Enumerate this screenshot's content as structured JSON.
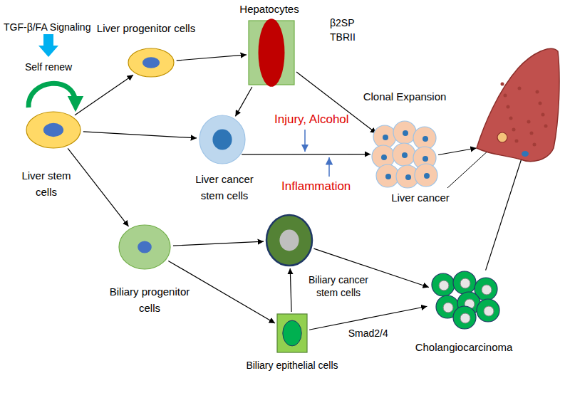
{
  "diagram": {
    "nodes": [
      {
        "text": [
          "Liver stem cells"
        ]
      },
      {
        "text": [
          "Liver progenitor cells"
        ]
      },
      {
        "text": [
          "Hepatocytes"
        ]
      },
      {
        "text": [
          "Liver cancer stem cells"
        ]
      },
      {
        "text": [
          "Clonal Expansion"
        ]
      },
      {
        "text": [
          "Liver cancer"
        ]
      },
      {
        "text": [
          "Biliary progenitor cells"
        ]
      },
      {
        "text": [
          "Biliary cancer stem cells"
        ]
      },
      {
        "text": [
          "Biliary epithelial cells"
        ]
      },
      {
        "text": [
          "Cholangiocarcinoma"
        ]
      }
    ],
    "edges": [
      {
        "from": 0,
        "to": 1,
        "arrow": "to"
      },
      {
        "from": 1,
        "to": 2,
        "arrow": "to"
      },
      {
        "from": 2,
        "to": 4,
        "arrow": "to"
      },
      {
        "from": 2,
        "to": 3,
        "arrow": "to"
      },
      {
        "from": 0,
        "to": 3,
        "arrow": "to"
      },
      {
        "from": 3,
        "to": 4,
        "arrow": "to"
      },
      {
        "from": 4,
        "to": 5,
        "arrow": "to"
      },
      {
        "from": 0,
        "to": 6,
        "arrow": "to"
      },
      {
        "from": 6,
        "to": 7,
        "arrow": "to"
      },
      {
        "from": 6,
        "to": 8,
        "arrow": "to"
      },
      {
        "from": 8,
        "to": 7,
        "arrow": "to"
      },
      {
        "from": 7,
        "to": 9,
        "arrow": "to"
      },
      {
        "from": 8,
        "to": 9,
        "label": "Smad2/4",
        "arrow": "to"
      },
      {
        "from": 9,
        "to": 5,
        "arrow": "none"
      }
    ],
    "labels": [
      "TGF-β/FA Signaling",
      "Self renew",
      "β2SP",
      "TBRII",
      "Injury, Alcohol",
      "Inflammation"
    ]
  }
}
